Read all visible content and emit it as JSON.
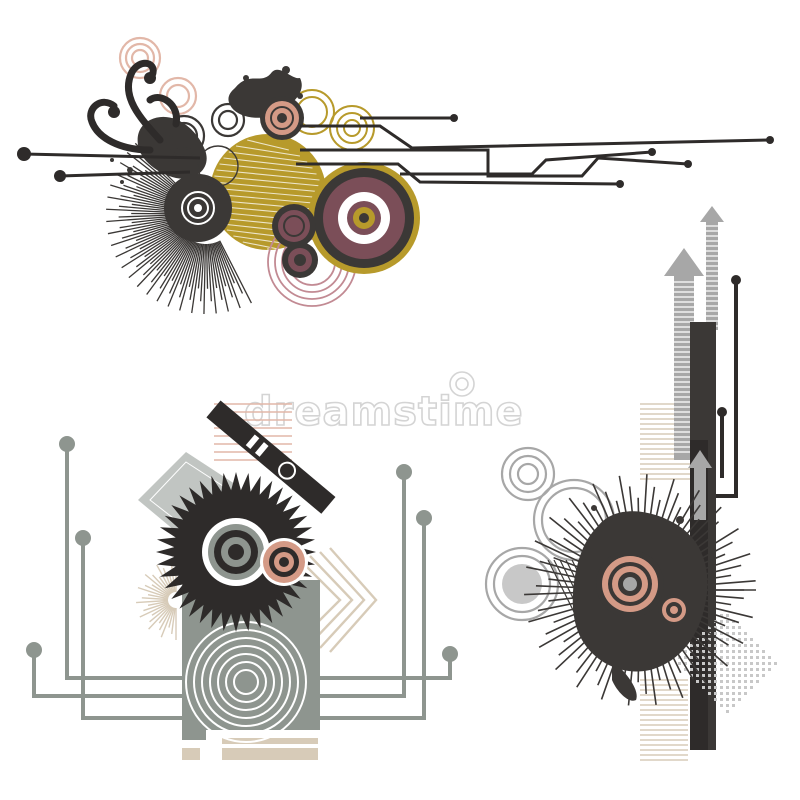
{
  "watermark": {
    "text": "dreamstime"
  },
  "palette": {
    "dark": "#3b3836",
    "ochre": "#b79a2b",
    "maroon": "#7b4e58",
    "salmon": "#d49a86",
    "gray": "#8e958f",
    "lightgray": "#c8c8c8",
    "beige": "#d7cbb8",
    "pink": "#e2b7a8"
  },
  "motifs": [
    {
      "name": "top-circuit-ornament",
      "icons": [
        "swirl-icon",
        "target-icon",
        "splatter-icon",
        "circuit-line-icon"
      ]
    },
    {
      "name": "bottom-left-gear-ornament",
      "icons": [
        "gear-icon",
        "target-icon",
        "circuit-line-icon",
        "chevron-icon"
      ]
    },
    {
      "name": "bottom-right-arrow-ornament",
      "icons": [
        "splatter-icon",
        "target-icon",
        "arrow-up-icon",
        "circuit-line-icon"
      ]
    }
  ]
}
